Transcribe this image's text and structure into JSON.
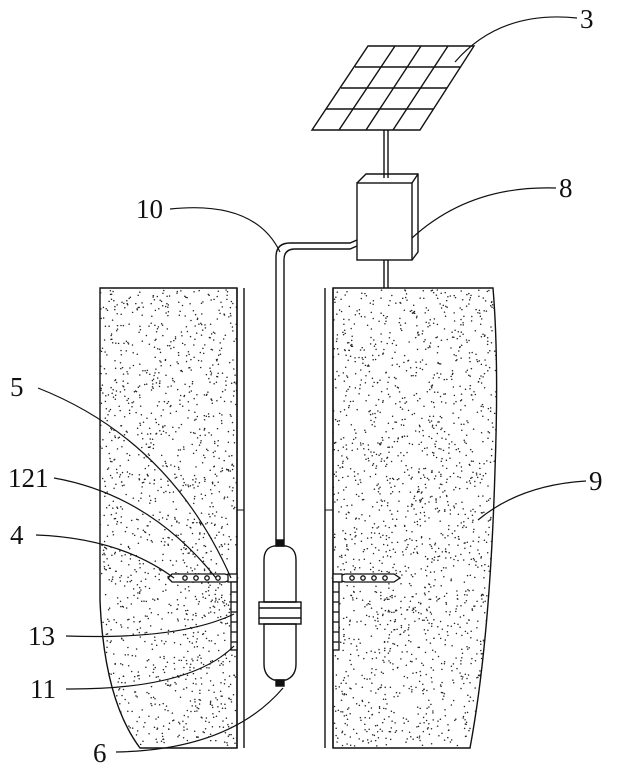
{
  "labels": {
    "l3": "3",
    "l8": "8",
    "l10": "10",
    "l5": "5",
    "l121": "121",
    "l9": "9",
    "l4": "4",
    "l13": "13",
    "l11": "11",
    "l6": "6"
  },
  "colors": {
    "stroke": "#111111",
    "soil_dots": "#222222",
    "background": "#ffffff"
  }
}
